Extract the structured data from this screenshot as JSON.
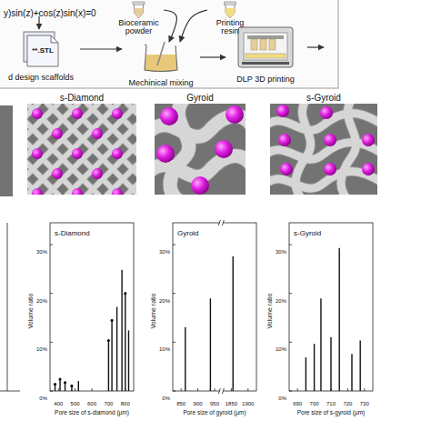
{
  "diagram": {
    "nodes": [
      {
        "text": [
          "**.STL",
          "d design scaffolds"
        ]
      },
      {
        "text": [
          "Mechinical mixing"
        ]
      },
      {
        "text": [
          "DLP 3D printing"
        ]
      },
      {
        "text": [
          "Bioceramic powder"
        ]
      },
      {
        "text": [
          "Printing resin"
        ]
      },
      {
        "text": [
          "s-Diamond"
        ]
      },
      {
        "text": [
          "Gyroid"
        ]
      },
      {
        "text": [
          "s-Gyroid"
        ]
      },
      {
        "text": [
          "s-Diamond",
          "Pore size of s-diamond (μm)"
        ]
      },
      {
        "text": [
          "Gyroid",
          "Pore size of gyroid (μm)"
        ]
      },
      {
        "text": [
          "s-Gyroid",
          "Pore size of s-gyroid (μm)"
        ]
      }
    ],
    "edges": [
      {
        "from": 0,
        "to": 1,
        "arrow": "to"
      },
      {
        "from": 3,
        "to": 1,
        "arrow": "to"
      },
      {
        "from": 4,
        "to": 1,
        "arrow": "to"
      },
      {
        "from": 1,
        "to": 2,
        "arrow": "to"
      }
    ],
    "labels": [
      "y)sin(z)+cos(z)sin(x)=0",
      "Volume ratio",
      "30%",
      "20%",
      "10%",
      "0%",
      "400",
      "500",
      "600",
      "700",
      "800",
      "Volume ratio",
      "30%",
      "20%",
      "10%",
      "0%",
      "850",
      "900",
      "950",
      "1850",
      "1900",
      "Volume ratio",
      "30%",
      "20%",
      "10%",
      "0%",
      "690",
      "700",
      "710",
      "720",
      "730"
    ]
  }
}
